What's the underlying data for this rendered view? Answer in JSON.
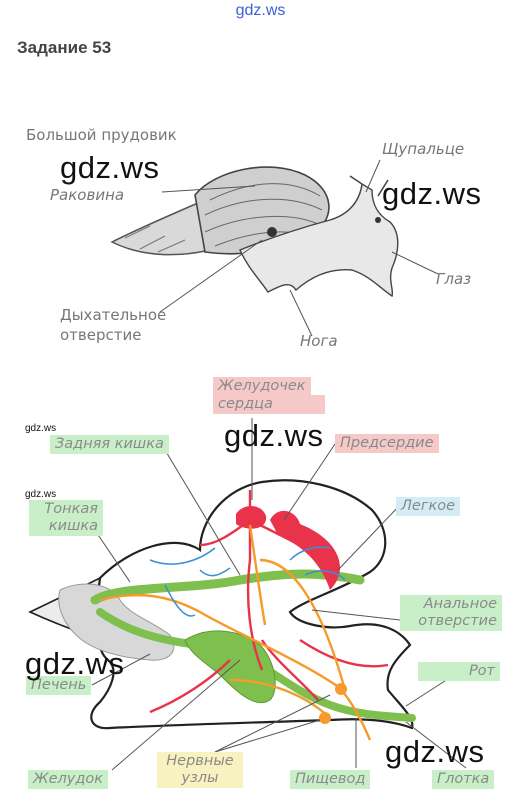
{
  "site": {
    "top_label": "gdz.ws"
  },
  "task": {
    "title": "Задание 53"
  },
  "snail": {
    "title": "Большой прудовик",
    "shell": "Раковина",
    "tentacle": "Щупальце",
    "eye": "Глаз",
    "breathing_hole_line1": "Дыхательное",
    "breathing_hole_line2": "отверстие",
    "foot": "Нога"
  },
  "anatomy": {
    "ventricle_line1": "Желудочек",
    "ventricle_line2": "сердца",
    "hindgut": "Задняя кишка",
    "atrium": "Предсердие",
    "small_intestine_line1": "Тонкая",
    "small_intestine_line2": "кишка",
    "lung": "Легкое",
    "anal_line1": "Анальное",
    "anal_line2": "отверстие",
    "liver": "Печень",
    "mouth": "Рот",
    "stomach": "Желудок",
    "nerve_line1": "Нервные",
    "nerve_line2": "узлы",
    "esophagus": "Пищевод",
    "pharynx": "Глотка"
  },
  "watermarks": {
    "w1": "gdz.ws",
    "w2": "gdz.ws",
    "w3": "gdz.ws",
    "w4": "gdz.ws",
    "w5": "gdz.ws",
    "w6": "gdz.ws",
    "w7": "gdz.ws"
  },
  "colors": {
    "green_tag": "#c9efc9",
    "red_tag": "#f6c9c9",
    "blue_tag": "#d3ecf5",
    "yellow_tag": "#f7f2bf",
    "artery": "#e8334a",
    "nerve": "#f59a2b",
    "gut": "#7fbf4d",
    "lung_vessel": "#3a8fd6"
  }
}
